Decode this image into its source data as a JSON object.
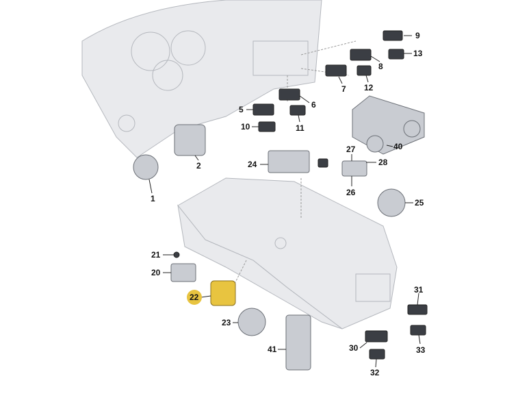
{
  "diagram": {
    "highlight_color": "#e8c440",
    "highlighted_part": "22",
    "labels": [
      "9",
      "13",
      "8",
      "7",
      "12",
      "6",
      "5",
      "10",
      "11",
      "40",
      "2",
      "27",
      "28",
      "24",
      "26",
      "1",
      "25",
      "21",
      "20",
      "22",
      "31",
      "23",
      "41",
      "30",
      "33",
      "32"
    ]
  }
}
